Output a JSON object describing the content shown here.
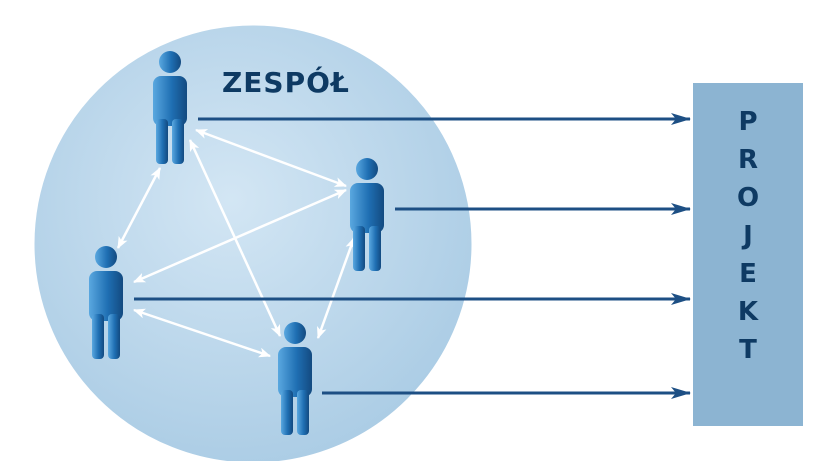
{
  "team": {
    "label": "ZESPÓŁ",
    "members": [
      "member-1",
      "member-2",
      "member-3",
      "member-4"
    ]
  },
  "project": {
    "label": "PROJEKT",
    "letters": [
      "P",
      "R",
      "O",
      "J",
      "E",
      "K",
      "T"
    ]
  },
  "colors": {
    "team_circle": "#bcd8ec",
    "project_box": "#8cb4d2",
    "person": "#1f6fb3",
    "arrow": "#1d4f84",
    "inner_arrow": "#ffffff",
    "text": "#0e3a63"
  },
  "icons": {
    "person": "person-icon",
    "arrow": "arrow-right-icon"
  }
}
